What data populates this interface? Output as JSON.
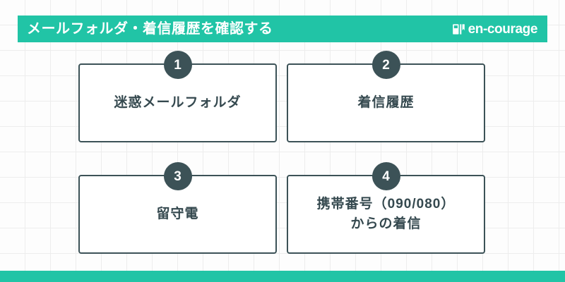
{
  "header": {
    "title": "メールフォルダ・着信履歴を確認する",
    "brand_name": "en-courage",
    "logo_icon": "open-book-icon",
    "bar_color": "#21c4a6"
  },
  "cards": [
    {
      "number": "1",
      "label": "迷惑メールフォルダ"
    },
    {
      "number": "2",
      "label": "着信履歴"
    },
    {
      "number": "3",
      "label": "留守電"
    },
    {
      "number": "4",
      "label": "携帯番号（090/080）\nからの着信"
    }
  ],
  "footer": {
    "bar_color": "#21c4a6"
  },
  "theme": {
    "accent": "#21c4a6",
    "ink": "#3c5257",
    "background": "#fdfdfd",
    "grid_line": "#ededed"
  }
}
